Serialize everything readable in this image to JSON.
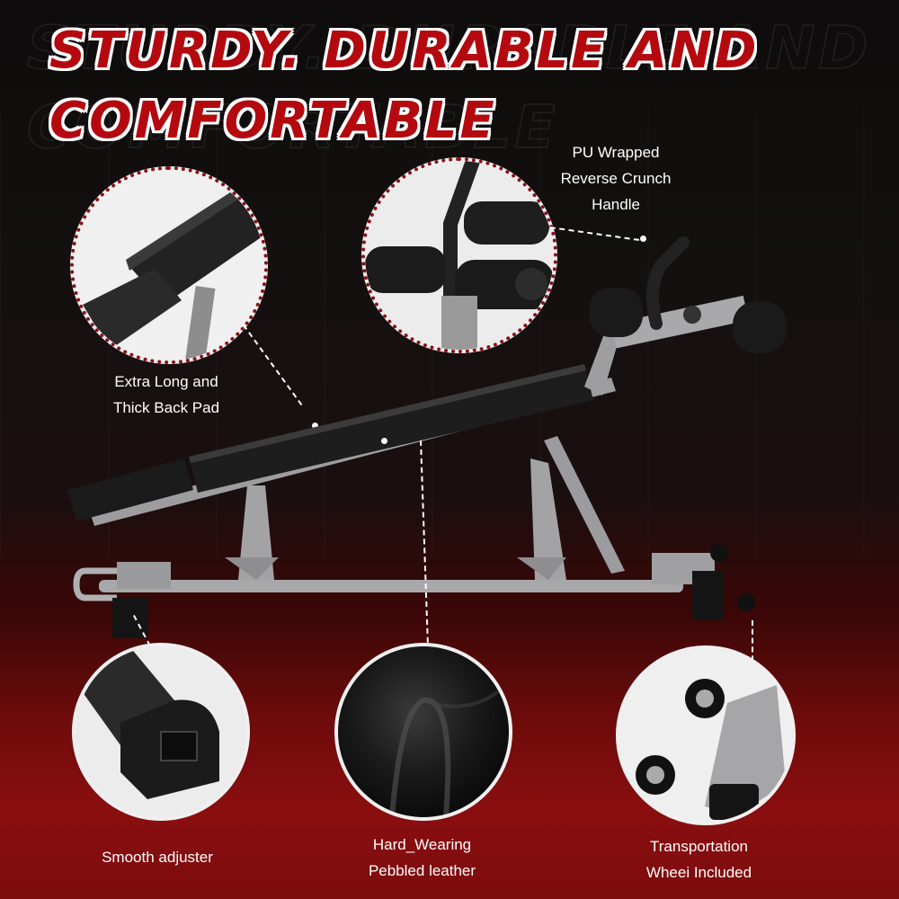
{
  "headline": {
    "line1": "STURDY. DURABLE AND",
    "line2": "COMFORTABLE",
    "color": "#b3090f",
    "outline_color": "#ffffff"
  },
  "callouts": {
    "back_pad": {
      "line1": "Extra Long and",
      "line2": "Thick Back Pad"
    },
    "handle": {
      "line1": "PU Wrapped",
      "line2": "Reverse Crunch",
      "line3": "Handle"
    },
    "adjuster": {
      "line1": "Smooth  adjuster"
    },
    "leather": {
      "line1": "Hard_Wearing",
      "line2": "Pebbled leather"
    },
    "wheel": {
      "line1": "Transportation",
      "line2": "Wheei Included"
    }
  },
  "images": {
    "main_product": "adjustable-decline-bench",
    "detail_circles": [
      "back-pad-closeup",
      "foam-roller-handle-closeup",
      "adjuster-closeup",
      "pebbled-leather-closeup",
      "transport-wheel-closeup"
    ]
  },
  "colors": {
    "background_top": "#0d0b0b",
    "background_bottom": "#8a0e10",
    "circle_border_dark": "#8a1016",
    "circle_border_light": "#f2f2f2",
    "text": "#ffffff"
  }
}
